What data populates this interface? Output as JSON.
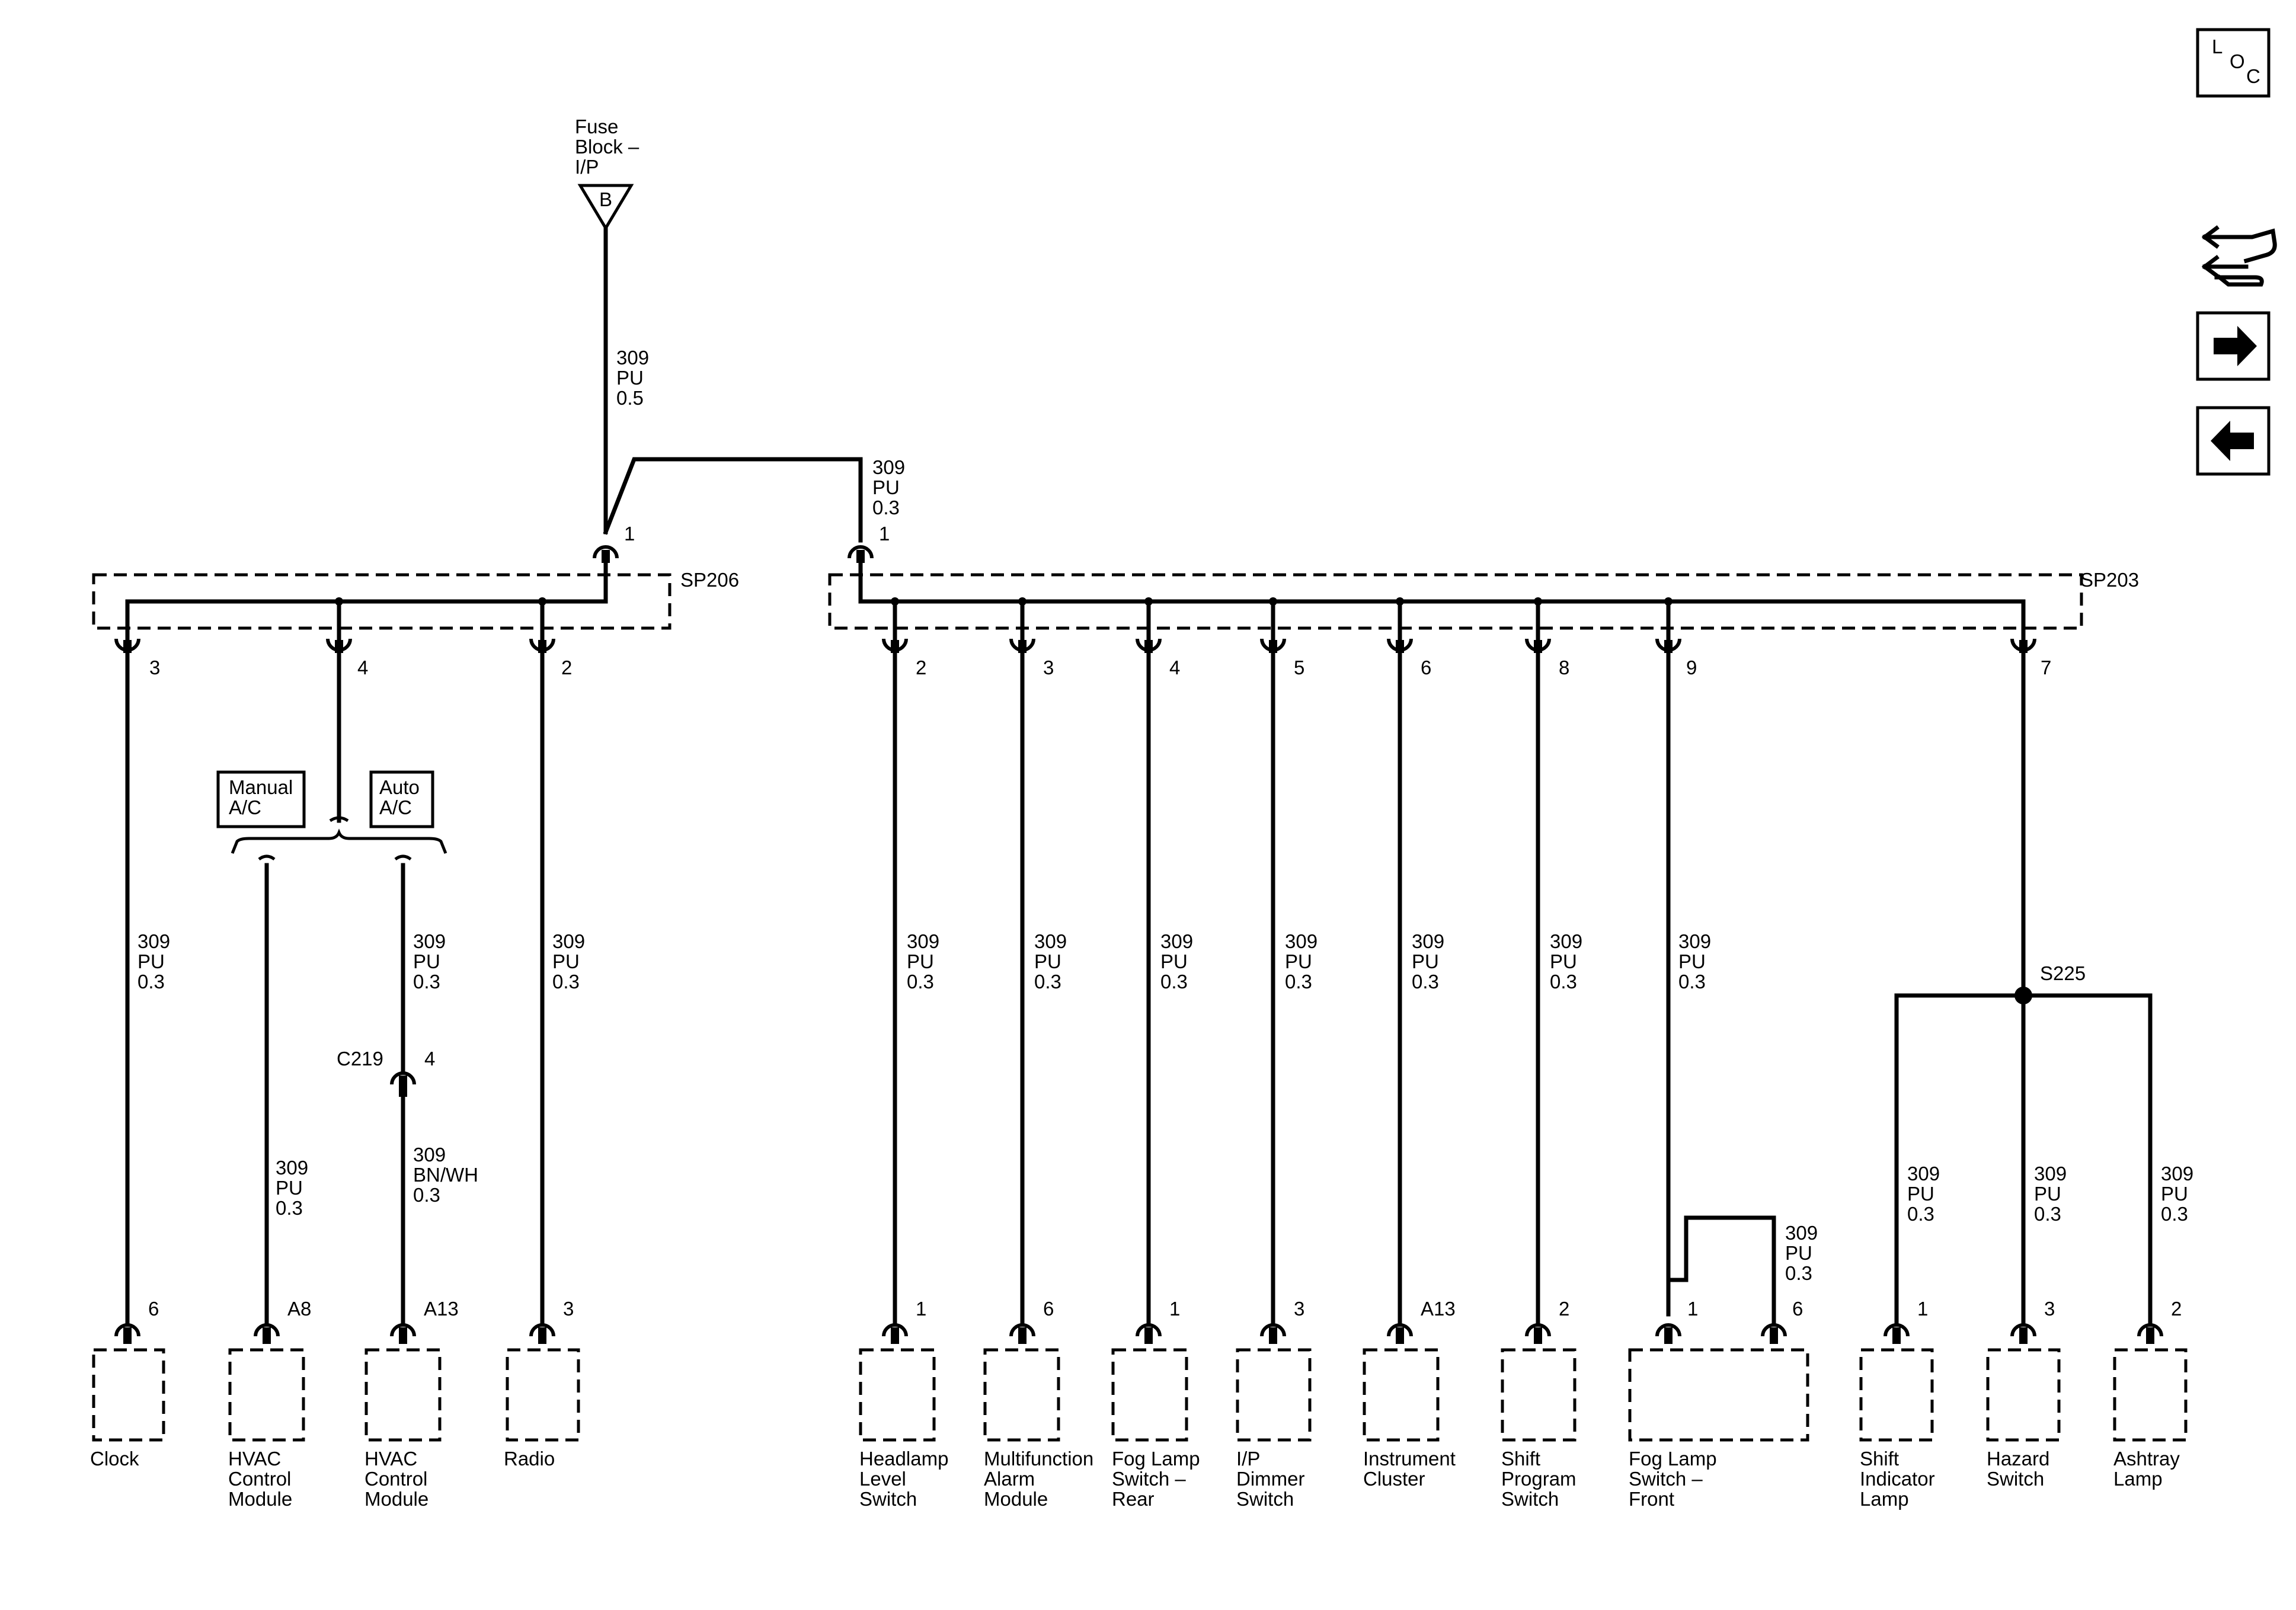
{
  "power_source": {
    "label_lines": [
      "Fuse",
      "Block –",
      "I/P"
    ],
    "symbol": "B"
  },
  "feed_wires": [
    {
      "lines": [
        "309",
        "PU",
        "0.5"
      ]
    },
    {
      "lines": [
        "309",
        "PU",
        "0.3"
      ]
    }
  ],
  "splice_packs": [
    {
      "name": "SP206",
      "input_pin": "1"
    },
    {
      "name": "SP203",
      "input_pin": "1"
    }
  ],
  "sp206_branches": [
    {
      "pin": "3",
      "wire": [
        "309",
        "PU",
        "0.3"
      ],
      "end_pin": "6",
      "component": [
        "Clock"
      ]
    },
    {
      "pin": "4"
    },
    {
      "pin": "2",
      "wire": [
        "309",
        "PU",
        "0.3"
      ],
      "end_pin": "3",
      "component": [
        "Radio"
      ]
    }
  ],
  "options": [
    {
      "label": [
        "Manual",
        "A/C"
      ]
    },
    {
      "label": [
        "Auto",
        "A/C"
      ]
    }
  ],
  "hvac_manual": {
    "wire": [
      "309",
      "PU",
      "0.3"
    ],
    "end_pin": "A8",
    "component": [
      "HVAC",
      "Control",
      "Module"
    ]
  },
  "hvac_auto": {
    "wire_upper": [
      "309",
      "PU",
      "0.3"
    ],
    "inline_connector": "C219",
    "inline_pin": "4",
    "wire_lower": [
      "309",
      "BN/WH",
      "0.3"
    ],
    "end_pin": "A13",
    "component": [
      "HVAC",
      "Control",
      "Module"
    ]
  },
  "sp203_branches": [
    {
      "pin": "2",
      "wire": [
        "309",
        "PU",
        "0.3"
      ],
      "end_pin": "1",
      "component": [
        "Headlamp",
        "Level",
        "Switch"
      ]
    },
    {
      "pin": "3",
      "wire": [
        "309",
        "PU",
        "0.3"
      ],
      "end_pin": "6",
      "component": [
        "Multifunction",
        "Alarm",
        "Module"
      ]
    },
    {
      "pin": "4",
      "wire": [
        "309",
        "PU",
        "0.3"
      ],
      "end_pin": "1",
      "component": [
        "Fog Lamp",
        "Switch –",
        "Rear"
      ]
    },
    {
      "pin": "5",
      "wire": [
        "309",
        "PU",
        "0.3"
      ],
      "end_pin": "3",
      "component": [
        "I/P",
        "Dimmer",
        "Switch"
      ]
    },
    {
      "pin": "6",
      "wire": [
        "309",
        "PU",
        "0.3"
      ],
      "end_pin": "A13",
      "component": [
        "Instrument",
        "Cluster"
      ]
    },
    {
      "pin": "8",
      "wire": [
        "309",
        "PU",
        "0.3"
      ],
      "end_pin": "2",
      "component": [
        "Shift",
        "Program",
        "Switch"
      ]
    }
  ],
  "fog_front": {
    "pin": "9",
    "wire": [
      "309",
      "PU",
      "0.3"
    ],
    "jumper_wire": [
      "309",
      "PU",
      "0.3"
    ],
    "end_pins": [
      "1",
      "6"
    ],
    "component": [
      "Fog Lamp",
      "Switch –",
      "Front"
    ]
  },
  "sp203_pin7": {
    "pin": "7",
    "splice": "S225",
    "branches": [
      {
        "wire": [
          "309",
          "PU",
          "0.3"
        ],
        "end_pin": "1",
        "component": [
          "Shift",
          "Indicator",
          "Lamp"
        ]
      },
      {
        "wire": [
          "309",
          "PU",
          "0.3"
        ],
        "end_pin": "3",
        "component": [
          "Hazard",
          "Switch"
        ]
      },
      {
        "wire": [
          "309",
          "PU",
          "0.3"
        ],
        "end_pin": "2",
        "component": [
          "Ashtray",
          "Lamp"
        ]
      }
    ]
  },
  "side_icons": [
    {
      "name": "loc-icon",
      "letters": [
        "L",
        "O",
        "C"
      ]
    },
    {
      "name": "connector-pin-icon"
    },
    {
      "name": "next-page-icon"
    },
    {
      "name": "previous-page-icon"
    }
  ]
}
